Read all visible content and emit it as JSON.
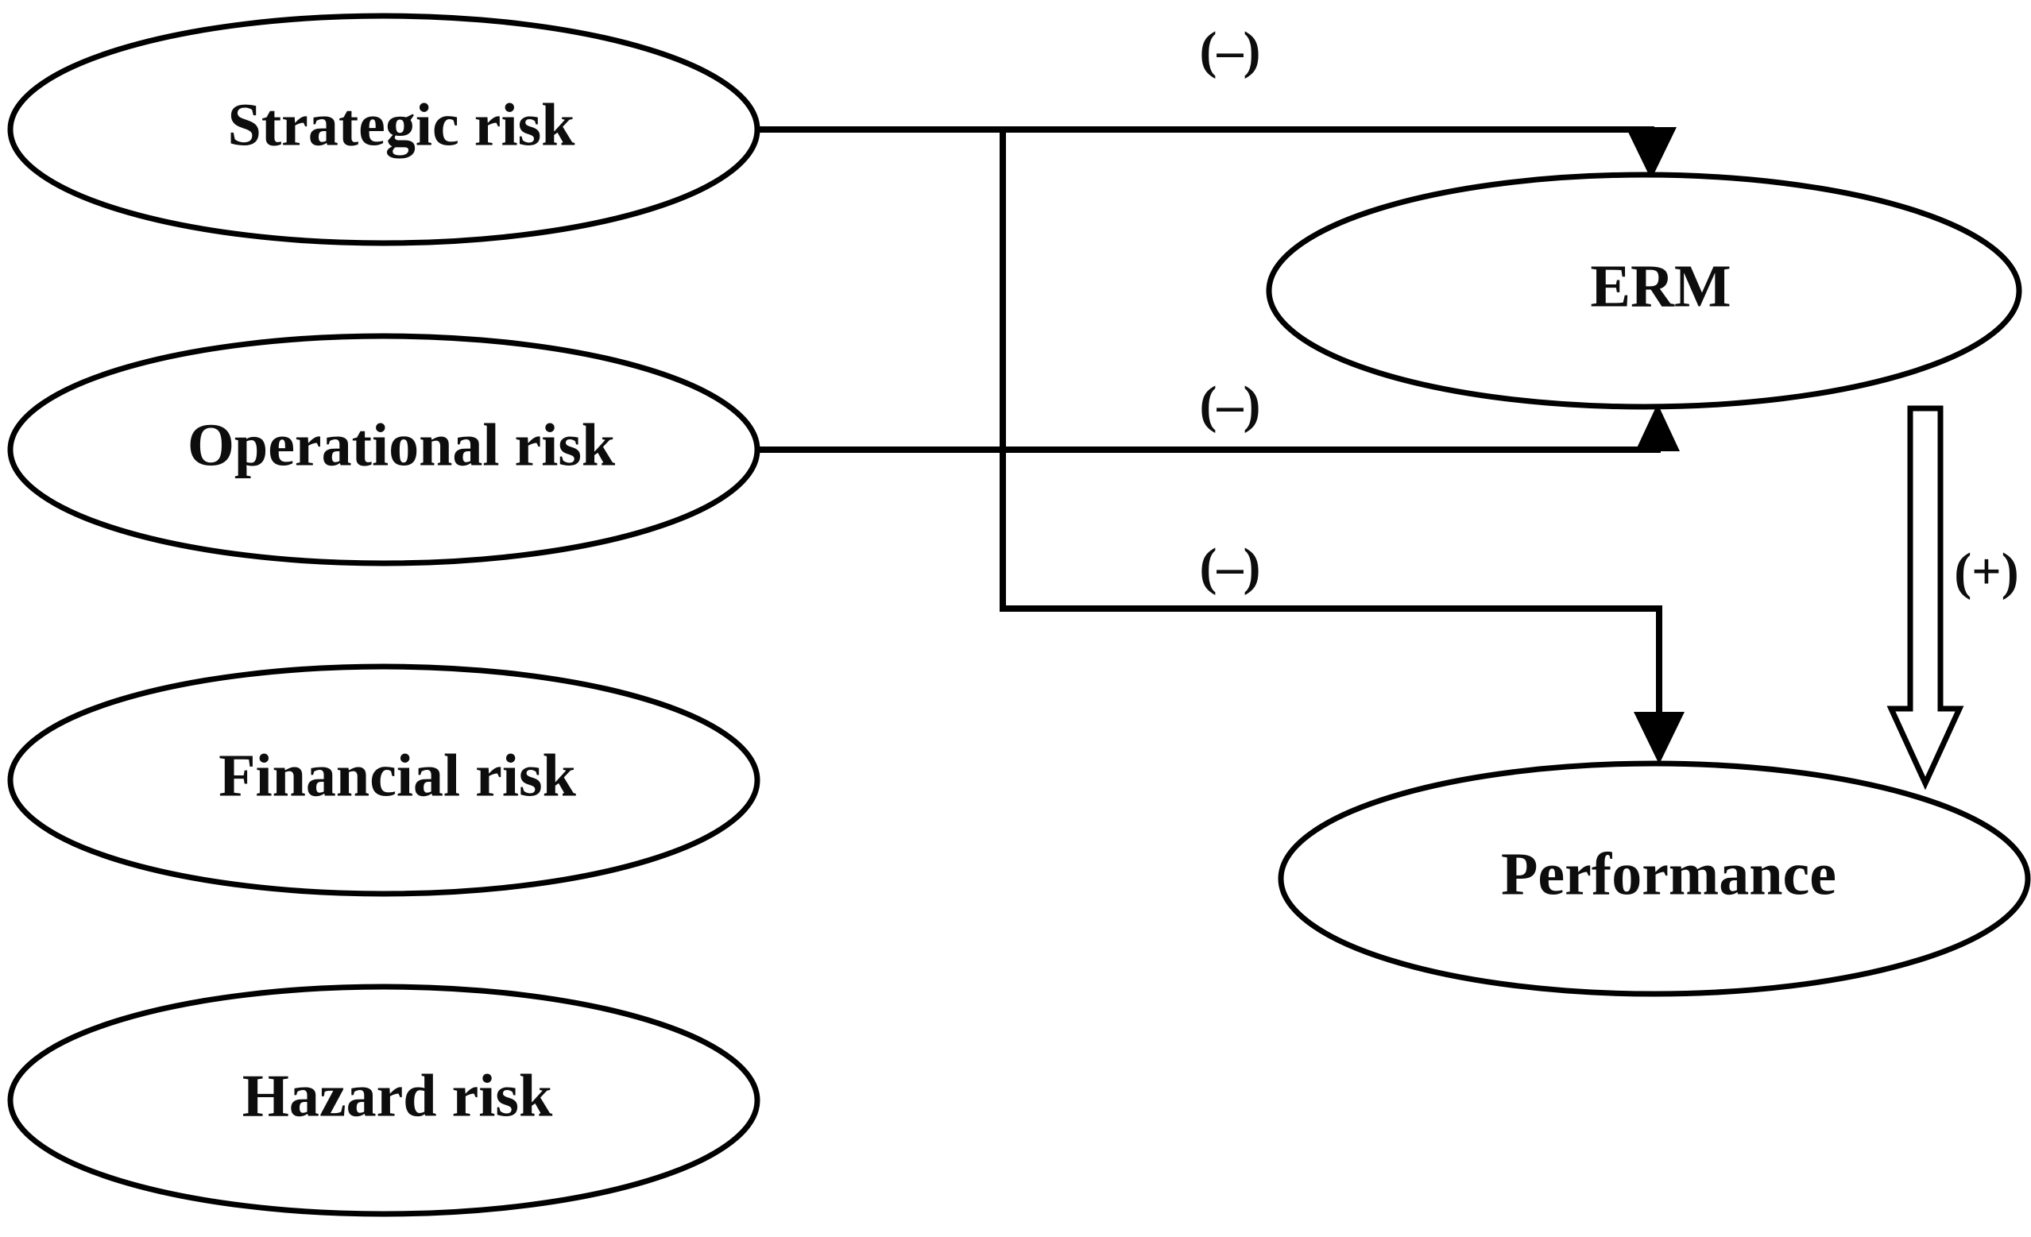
{
  "diagram": {
    "title": "ERM risk-category conceptual model",
    "background_color": "#ffffff",
    "stroke_color": "#000000",
    "nodes": [
      {
        "id": "strategic-risk",
        "label": "Strategic risk"
      },
      {
        "id": "operational-risk",
        "label": "Operational risk"
      },
      {
        "id": "financial-risk",
        "label": "Financial risk"
      },
      {
        "id": "hazard-risk",
        "label": "Hazard risk"
      },
      {
        "id": "erm",
        "label": "ERM"
      },
      {
        "id": "performance",
        "label": "Performance"
      }
    ],
    "edges": [
      {
        "id": "strategic-to-erm",
        "from": "Strategic risk",
        "to": "ERM",
        "sign": "(–)",
        "style": "solid-filled-arrow"
      },
      {
        "id": "operational-to-erm",
        "from": "Operational risk",
        "to": "ERM",
        "sign": "(–)",
        "style": "solid-filled-arrow"
      },
      {
        "id": "risk-to-performance",
        "from": "Risk bus",
        "to": "Performance",
        "sign": "(–)",
        "style": "solid-filled-arrow"
      },
      {
        "id": "erm-to-performance",
        "from": "ERM",
        "to": "Performance",
        "sign": "(+)",
        "style": "hollow-outline-arrow"
      }
    ]
  }
}
